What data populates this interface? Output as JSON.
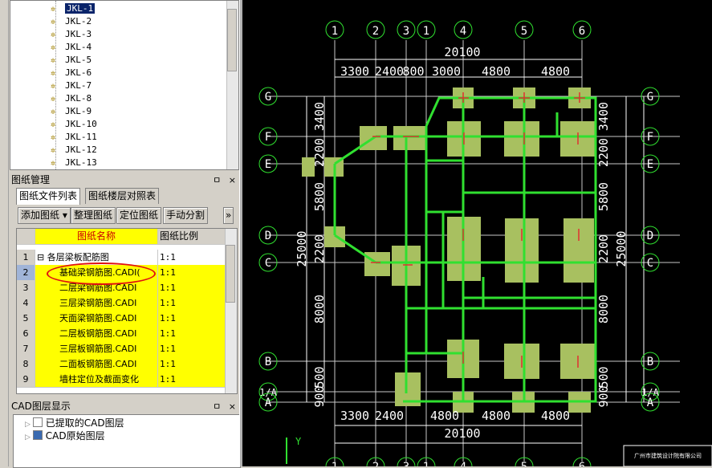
{
  "tree": {
    "items": [
      "JKL-1",
      "JKL-2",
      "JKL-3",
      "JKL-4",
      "JKL-5",
      "JKL-6",
      "JKL-7",
      "JKL-8",
      "JKL-9",
      "JKL-10",
      "JKL-11",
      "JKL-12",
      "JKL-13"
    ],
    "selected_index": 0
  },
  "drawing_panel": {
    "title": "图纸管理",
    "pin": "ㅁ",
    "close": "×",
    "tabs": [
      "图纸文件列表",
      "图纸楼层对照表"
    ],
    "toolbar": {
      "add": "添加图纸",
      "organize": "整理图纸",
      "locate": "定位图纸",
      "split": "手动分割",
      "more": "»"
    },
    "columns": {
      "name": "图纸名称",
      "ratio": "图纸比例"
    },
    "rows": [
      {
        "num": "1",
        "name": "⊟ 各层梁板配筋图",
        "ratio": "1:1"
      },
      {
        "num": "2",
        "name": "基础梁钢筋图.CADI(",
        "ratio": "1:1"
      },
      {
        "num": "3",
        "name": "二层梁钢筋图.CADI",
        "ratio": "1:1"
      },
      {
        "num": "4",
        "name": "三层梁钢筋图.CADI",
        "ratio": "1:1"
      },
      {
        "num": "5",
        "name": "天面梁钢筋图.CADI",
        "ratio": "1:1"
      },
      {
        "num": "6",
        "name": "二层板钢筋图.CADI",
        "ratio": "1:1"
      },
      {
        "num": "7",
        "name": "三层板钢筋图.CADI",
        "ratio": "1:1"
      },
      {
        "num": "8",
        "name": "二面板钢筋图.CADI",
        "ratio": "1:1"
      },
      {
        "num": "9",
        "name": "墙柱定位及截面变化",
        "ratio": "1:1"
      }
    ]
  },
  "layers_panel": {
    "title": "CAD图层显示",
    "pin": "ㅁ",
    "close": "×",
    "items": [
      "已提取的CAD图层",
      "CAD原始图层"
    ]
  },
  "cad": {
    "top_axes": [
      "1",
      "2",
      "3",
      "1",
      "4",
      "5",
      "6"
    ],
    "bottom_axes": [
      "1",
      "2",
      "3",
      "1",
      "4",
      "5",
      "6"
    ],
    "row_axes_left": [
      "G",
      "F",
      "E",
      "D",
      "C",
      "B",
      "1/A",
      "A"
    ],
    "row_axes_right": [
      "G",
      "F",
      "E",
      "D",
      "C",
      "B",
      "1/A",
      "A"
    ],
    "top_total": "20100",
    "top_dims": [
      "3300",
      "2400",
      "800",
      "3000",
      "4800",
      "4800"
    ],
    "bottom_total": "20100",
    "bottom_dims": [
      "3300",
      "2400",
      "4800",
      "4800",
      "4800"
    ],
    "left_dims": [
      "3400",
      "2200",
      "5800",
      "2200",
      "8000",
      "500",
      "900",
      "25000"
    ],
    "right_dims": [
      "3400",
      "2200",
      "5800",
      "2200",
      "8000",
      "500",
      "900",
      "25000"
    ],
    "ucs_label": "Y",
    "title_block_text": "广州市建筑设计院有限公司"
  }
}
